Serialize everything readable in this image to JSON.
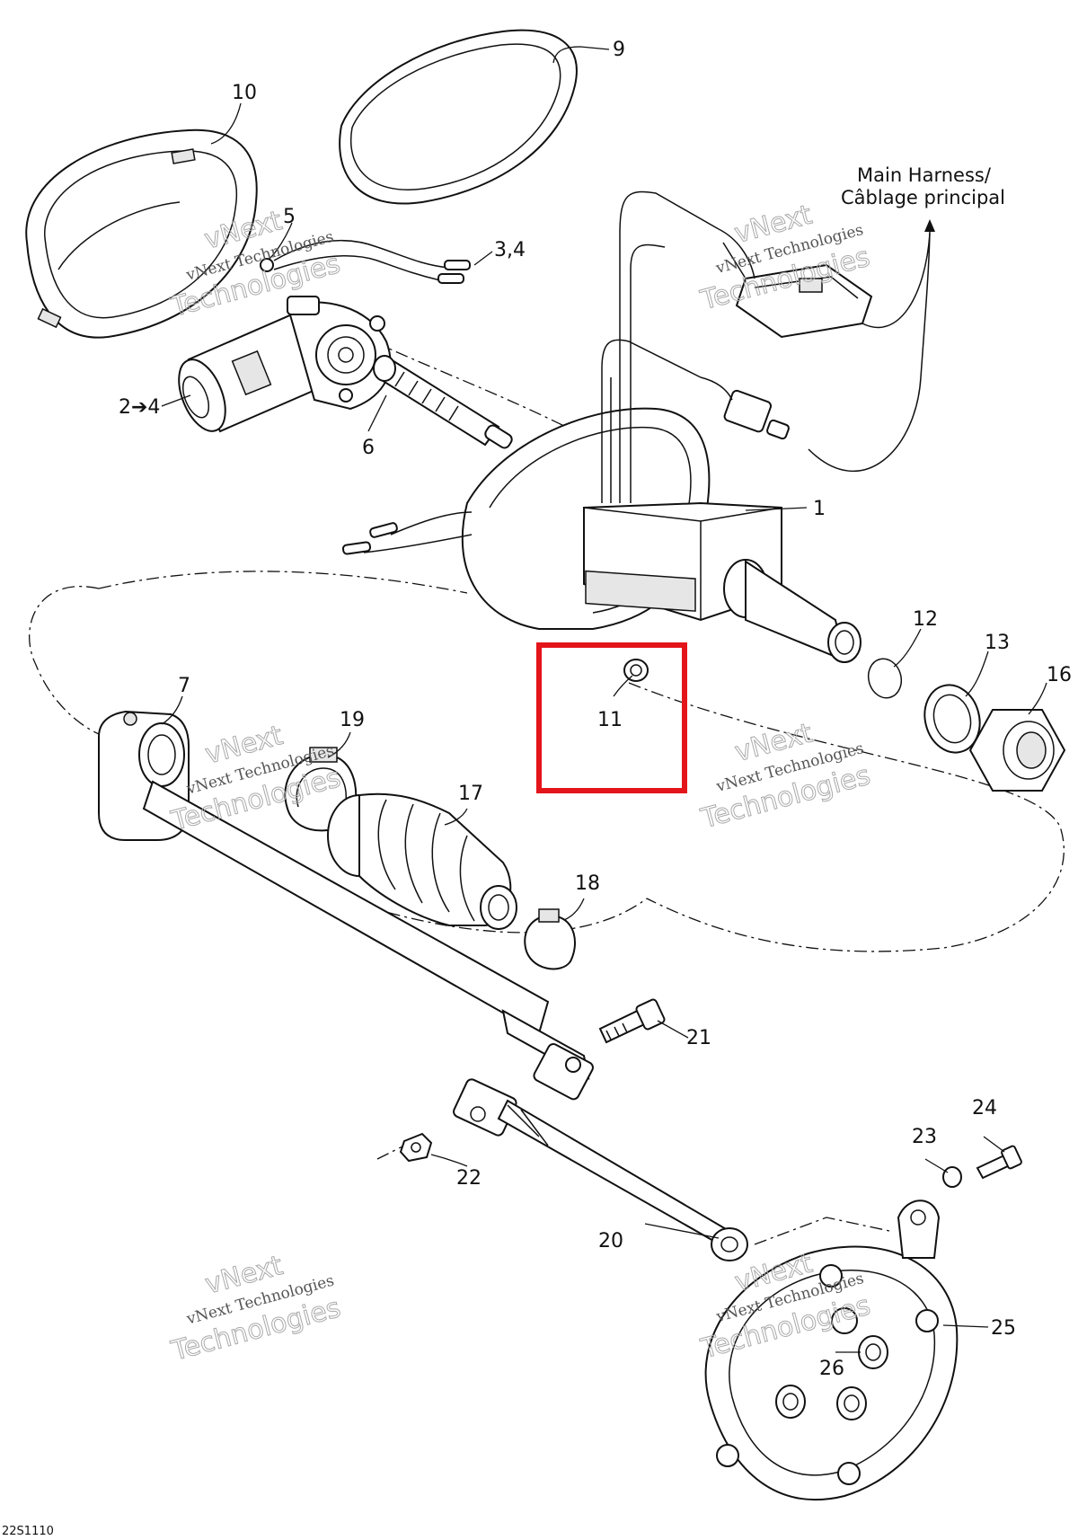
{
  "harness_label_line1": "Main Harness/",
  "harness_label_line2": "Câblage principal",
  "drawing_code": "22S1110",
  "watermark": {
    "line1": "vNext",
    "line2": "vNext Technologies",
    "line3": "Technologies"
  },
  "highlight_color": "#e3151a",
  "callouts": {
    "p1": "1",
    "p2_4": "2➔4",
    "p3_4": "3,4",
    "p5": "5",
    "p6": "6",
    "p7": "7",
    "p9": "9",
    "p10": "10",
    "p11": "11",
    "p12": "12",
    "p13": "13",
    "p16": "16",
    "p17": "17",
    "p18": "18",
    "p19": "19",
    "p20": "20",
    "p21": "21",
    "p22": "22",
    "p23": "23",
    "p24": "24",
    "p25": "25",
    "p26": "26"
  }
}
